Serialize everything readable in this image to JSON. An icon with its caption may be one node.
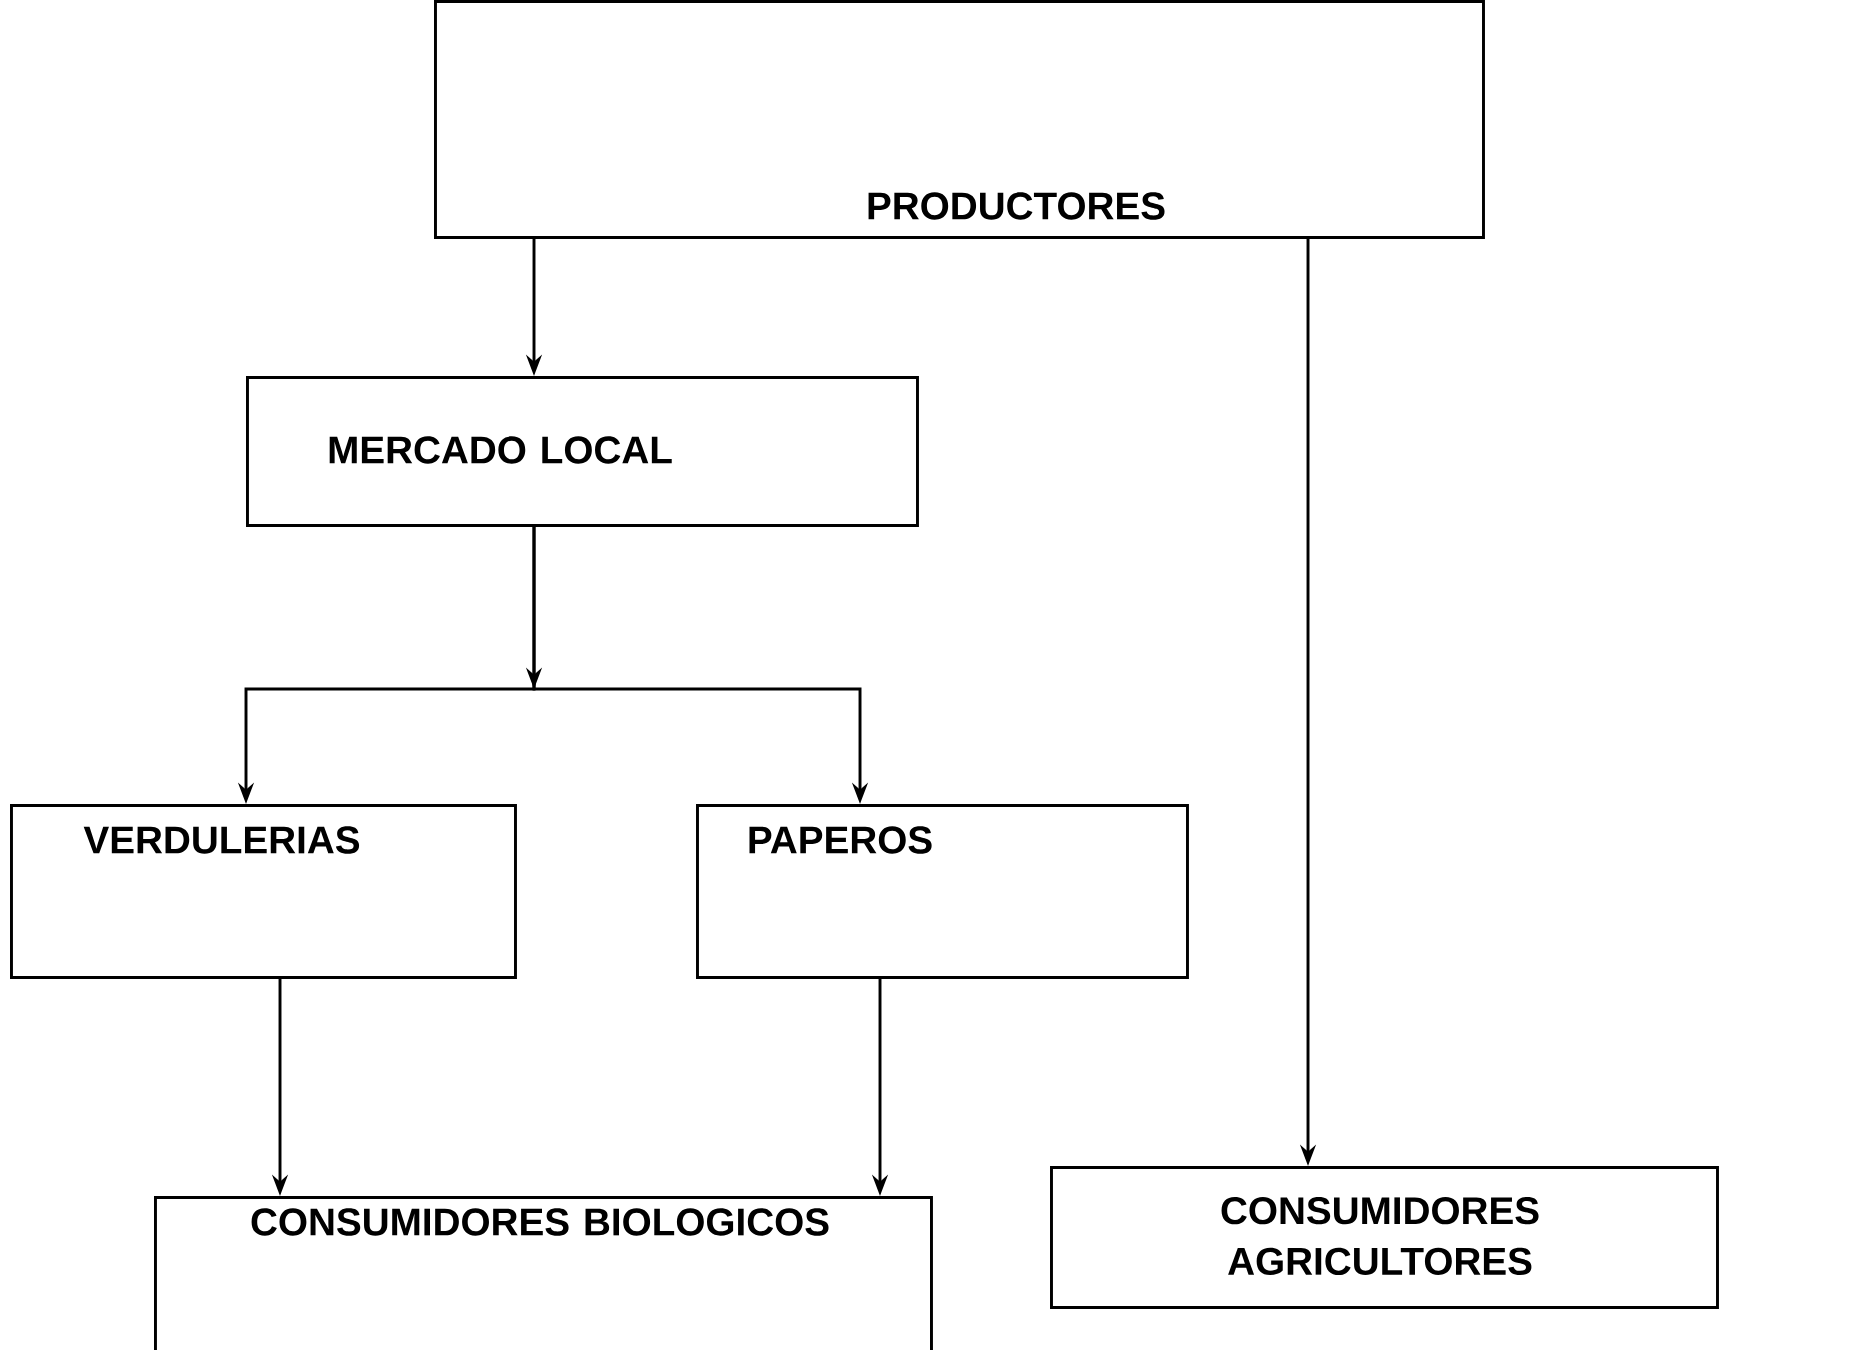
{
  "diagram": {
    "nodes": [
      {
        "text": [
          "PRODUCTORES"
        ]
      },
      {
        "text": [
          "MERCADO LOCAL"
        ]
      },
      {
        "text": [
          "VERDULERIAS"
        ]
      },
      {
        "text": [
          "PAPEROS"
        ]
      },
      {
        "text": [
          "CONSUMIDORES BIOLOGICOS"
        ]
      },
      {
        "text": [
          "CONSUMIDORES AGRICULTORES"
        ]
      }
    ],
    "edges": [
      {
        "from": 0,
        "to": 1,
        "arrow": "to"
      },
      {
        "from": 0,
        "to": 5,
        "arrow": "to"
      },
      {
        "from": 1,
        "to": 2,
        "arrow": "to"
      },
      {
        "from": 1,
        "to": 3,
        "arrow": "to"
      },
      {
        "from": 2,
        "to": 4,
        "arrow": "to"
      },
      {
        "from": 3,
        "to": 4,
        "arrow": "to"
      }
    ]
  }
}
